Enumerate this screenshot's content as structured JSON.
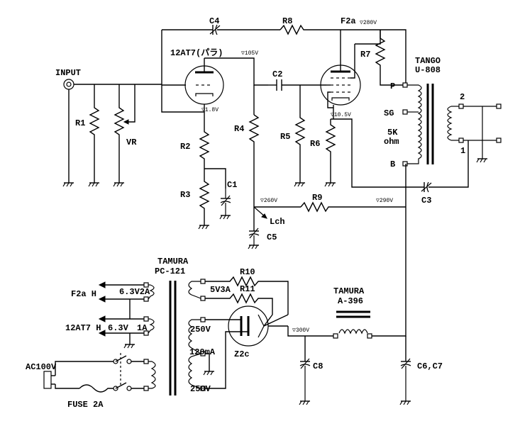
{
  "labels": {
    "input": "INPUT",
    "r1": "R1",
    "vr": "VR",
    "r2": "R2",
    "r3": "R3",
    "c1": "C1",
    "tube1": "12AT7(パラ)",
    "tube1_plate_v": "▽105V",
    "tube1_cath_v": "▽1.8V",
    "c4": "C4",
    "r8": "R8",
    "f2a": "F2a",
    "f2a_v": "▽280V",
    "r7": "R7",
    "c2": "C2",
    "r4": "R4",
    "r5": "R5",
    "r6": "R6",
    "tube2_cath_v": "▽10.5V",
    "tango": "TANGO",
    "u808": "U-808",
    "p": "P",
    "sg": "SG",
    "b": "B",
    "imp1": "5K",
    "imp2": "ohm",
    "sec2": "2",
    "sec1": "1",
    "c3": "C3",
    "r9": "R9",
    "v260": "▽260V",
    "v290": "▽290V",
    "lch": "Lch",
    "c5": "C5",
    "tamura1": "TAMURA",
    "pc121": "PC-121",
    "f2a_h": "F2a  H",
    "h1": "6.3V2A",
    "at7_h": "12AT7 H",
    "h2a": "6.3V",
    "h2b": "1A",
    "ac100v": "AC100V",
    "fuse": "FUSE 2A",
    "v5v3a": "5V3A",
    "r10": "R10",
    "r11": "R11",
    "v250a": "250V",
    "ma120": "120mA",
    "v250b": "250V",
    "z2c": "Z2c",
    "v300": "▽300V",
    "c8": "C8",
    "tamura2": "TAMURA",
    "a396": "A-396",
    "c6c7": "C6,C7"
  }
}
